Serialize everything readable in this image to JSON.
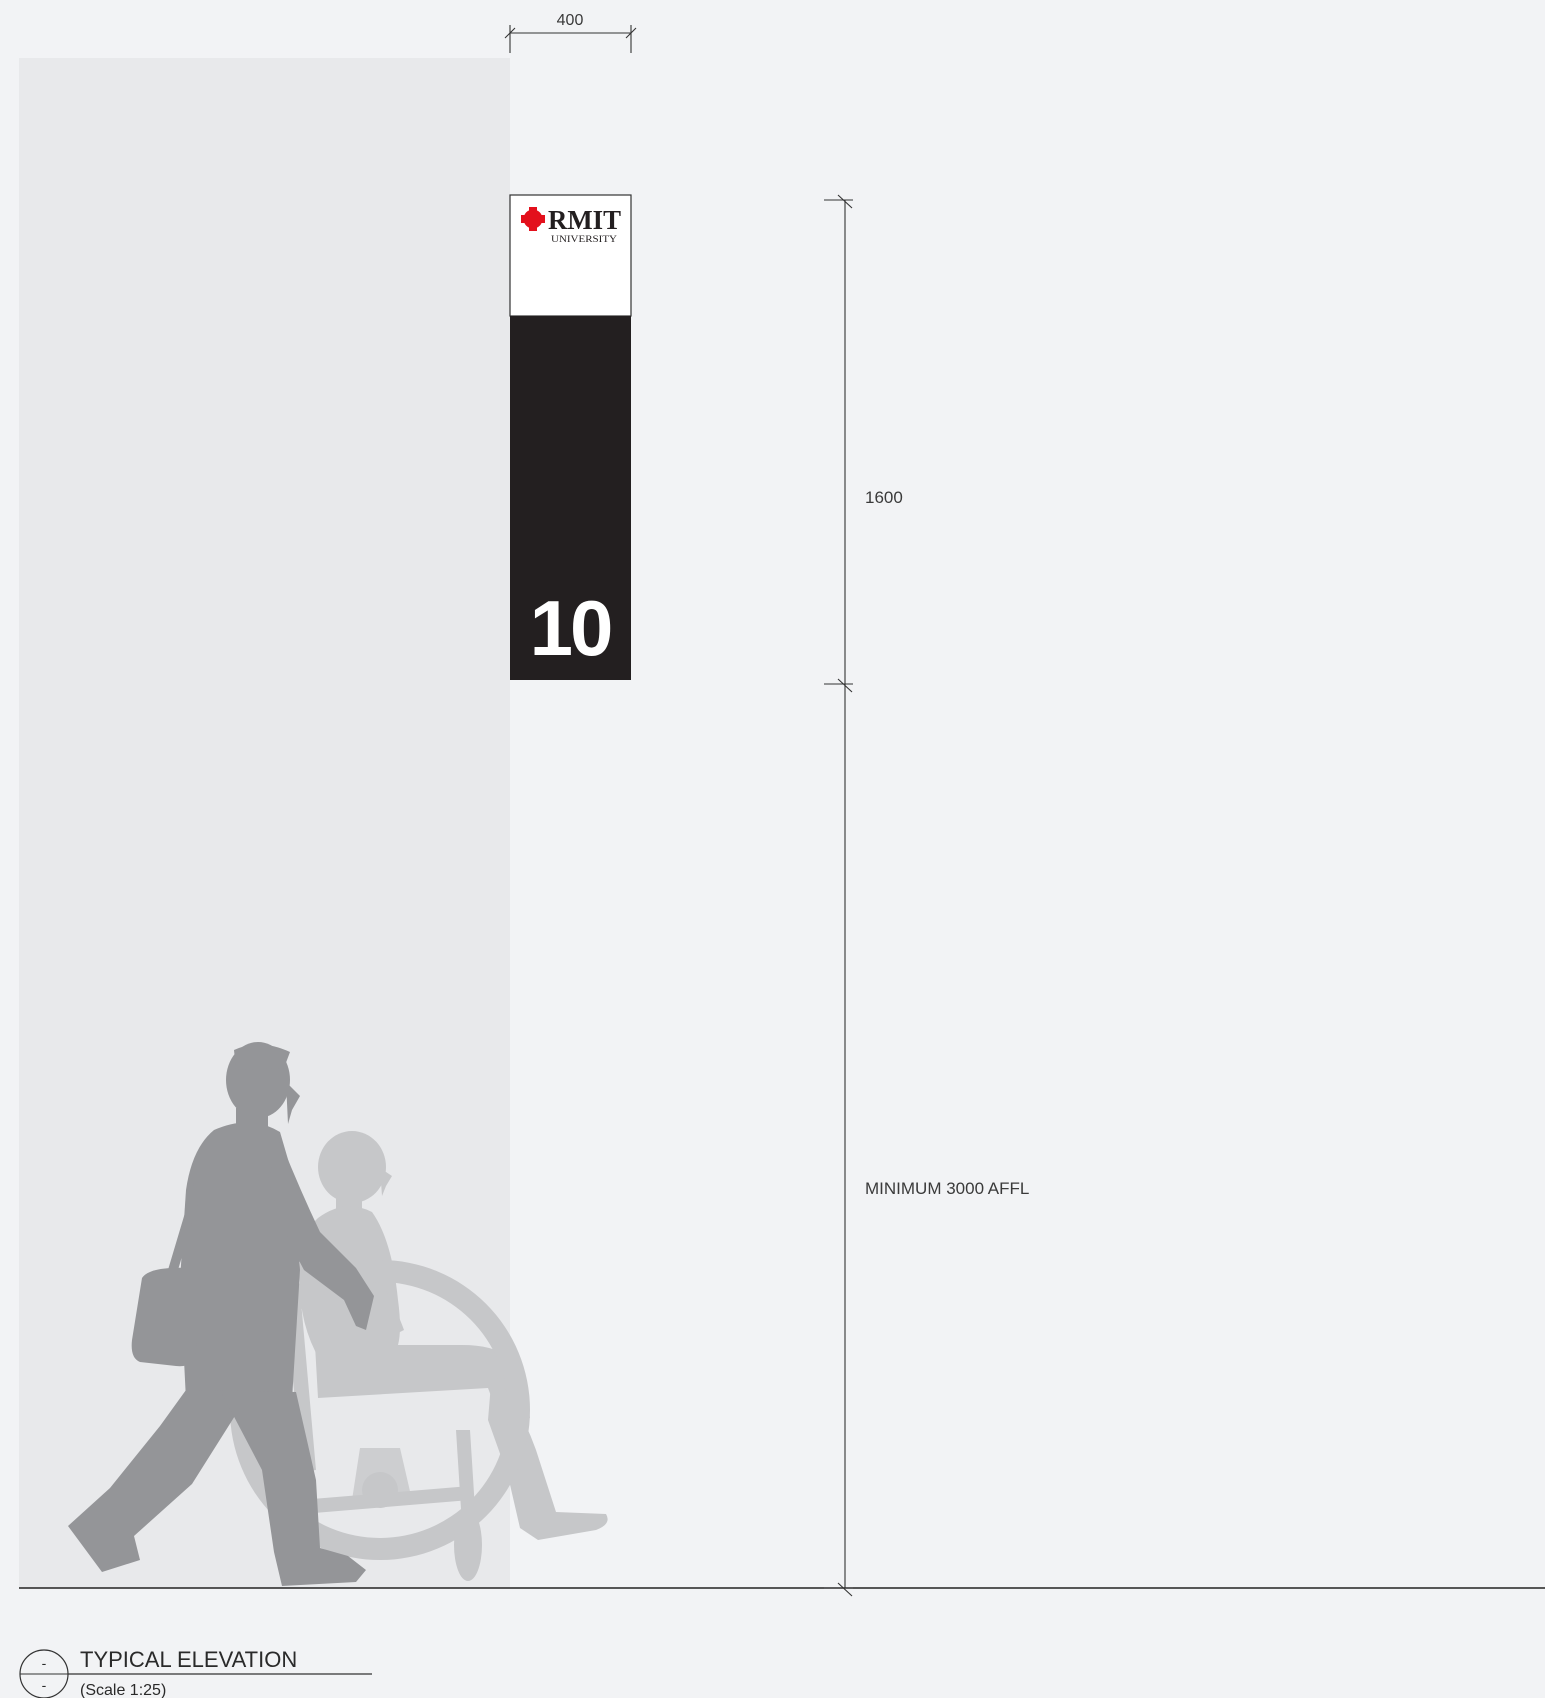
{
  "sign": {
    "brand_name": "RMIT",
    "brand_sub": "UNIVERSITY",
    "number": "10",
    "panel_color": "#231f20",
    "logo_mark_color": "#e3101c"
  },
  "dimensions": {
    "width_label": "400",
    "sign_height_label": "1600",
    "mount_height_label": "MINIMUM 3000 AFFL"
  },
  "title_block": {
    "ref_top": "-",
    "ref_bottom": "-",
    "title": "TYPICAL ELEVATION",
    "scale": "(Scale 1:25)"
  },
  "colors": {
    "background": "#f2f3f5",
    "wall": "#e8e9eb",
    "walker": "#949598",
    "wheelchair_user": "#c6c7c9"
  }
}
